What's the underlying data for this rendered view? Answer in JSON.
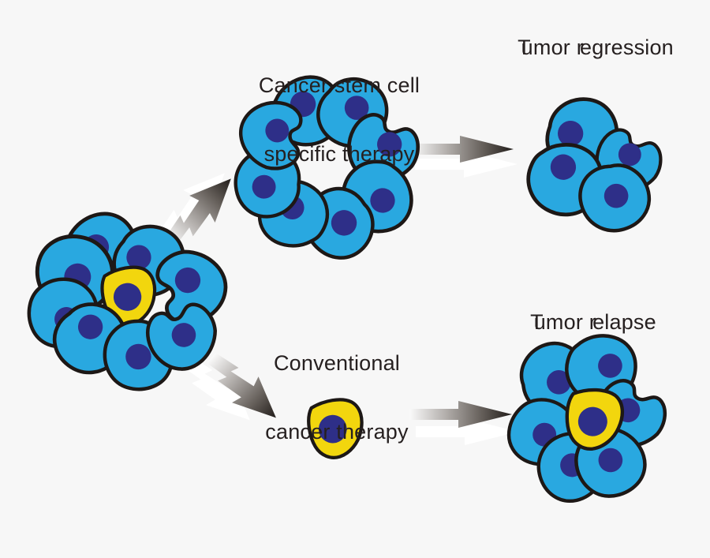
{
  "colors": {
    "background": "#f7f7f7",
    "cell_blue": "#29a8e0",
    "cell_yellow": "#f2d60e",
    "nucleus": "#2e2f88",
    "outline": "#1d1816",
    "text": "#262020",
    "arrow_tail": "#fafafa",
    "arrow_tip": "#211c19",
    "arrow_shadow": "#ffffff"
  },
  "labels": {
    "csc_therapy": {
      "line1": "Cancer stem cell",
      "line2": "specific therapy"
    },
    "tumor_regression": {
      "text": "Tumor regression",
      "p0": "T",
      "p1": "umor ",
      "p2": "r",
      "p3": "egression"
    },
    "conventional": {
      "line1": "Conventional",
      "line2": "cancer therapy"
    },
    "tumor_relapse": {
      "text": "Tumor relapse",
      "p0": "T",
      "p1": "umor ",
      "p2": "r",
      "p3": "elapse"
    }
  },
  "diagram": {
    "original_tumor": {
      "blue_cells": 8,
      "stem_cells": 1
    },
    "after_csc_therapy": {
      "blue_cells": 8,
      "stem_cells": 0,
      "note_hole_in_center": true
    },
    "tumor_regression_cluster": {
      "blue_cells": 4,
      "stem_cells": 0
    },
    "after_conventional_therapy": {
      "blue_cells": 0,
      "stem_cells": 1
    },
    "tumor_relapse_cluster": {
      "blue_cells": 6,
      "stem_cells": 1
    }
  }
}
